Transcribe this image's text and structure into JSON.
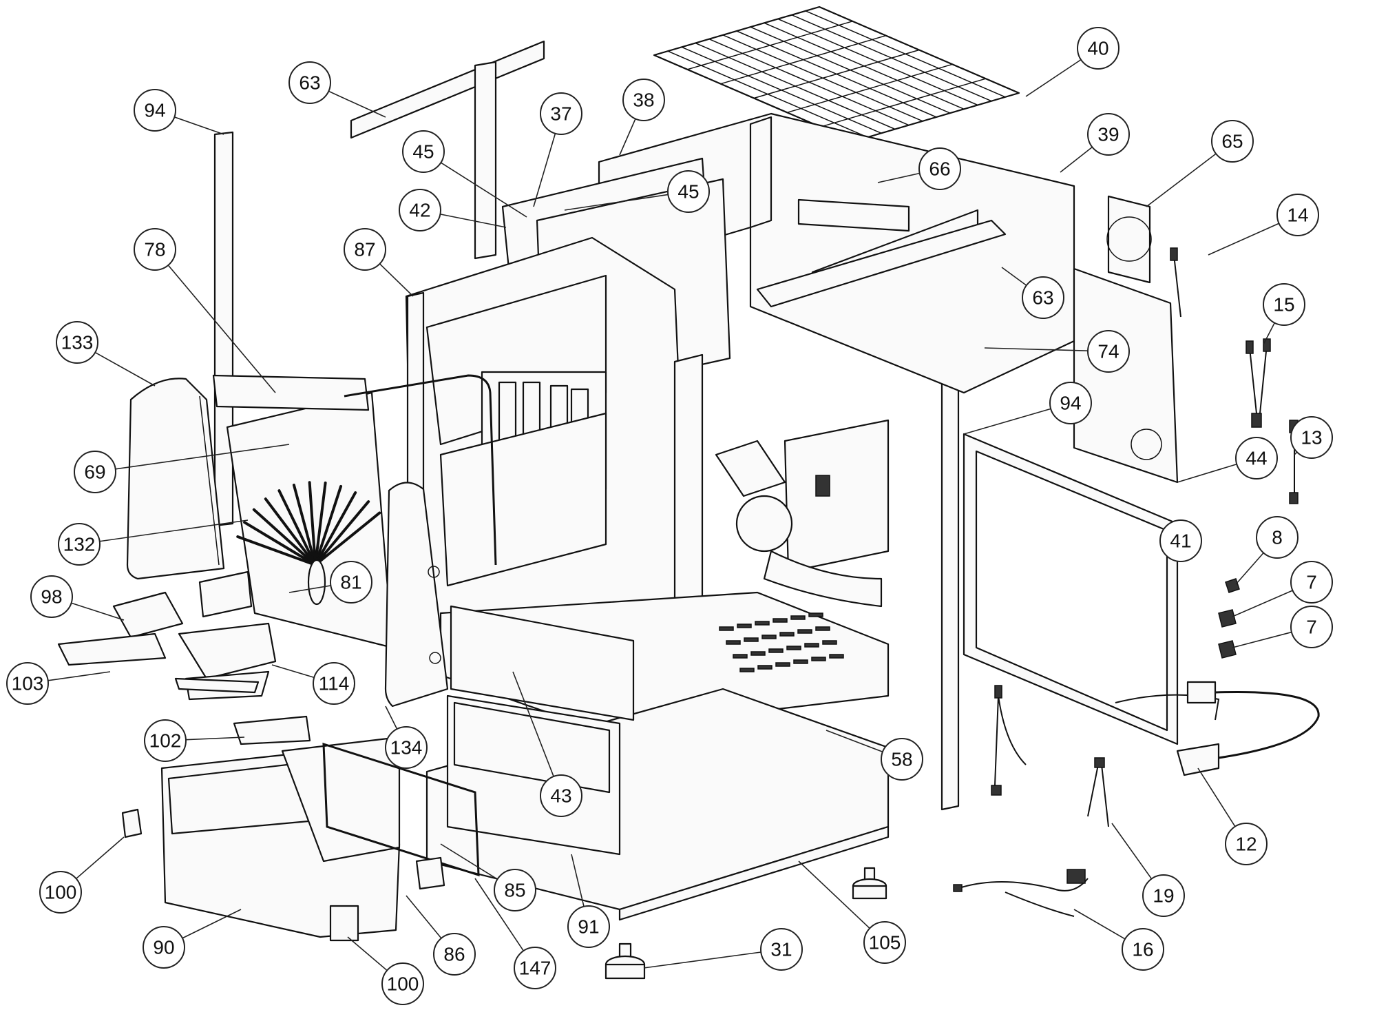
{
  "callouts": [
    {
      "id": "c63a",
      "label": "63"
    },
    {
      "id": "c94a",
      "label": "94"
    },
    {
      "id": "c37",
      "label": "37"
    },
    {
      "id": "c38",
      "label": "38"
    },
    {
      "id": "c45a",
      "label": "45"
    },
    {
      "id": "c45b",
      "label": "45"
    },
    {
      "id": "c42",
      "label": "42"
    },
    {
      "id": "c40",
      "label": "40"
    },
    {
      "id": "c39",
      "label": "39"
    },
    {
      "id": "c66",
      "label": "66"
    },
    {
      "id": "c65",
      "label": "65"
    },
    {
      "id": "c14",
      "label": "14"
    },
    {
      "id": "c78",
      "label": "78"
    },
    {
      "id": "c87",
      "label": "87"
    },
    {
      "id": "c63b",
      "label": "63"
    },
    {
      "id": "c15",
      "label": "15"
    },
    {
      "id": "c133",
      "label": "133"
    },
    {
      "id": "c74",
      "label": "74"
    },
    {
      "id": "c94b",
      "label": "94"
    },
    {
      "id": "c13",
      "label": "13"
    },
    {
      "id": "c69",
      "label": "69"
    },
    {
      "id": "c44",
      "label": "44"
    },
    {
      "id": "c132",
      "label": "132"
    },
    {
      "id": "c41",
      "label": "41"
    },
    {
      "id": "c8",
      "label": "8"
    },
    {
      "id": "c81",
      "label": "81"
    },
    {
      "id": "c98",
      "label": "98"
    },
    {
      "id": "c7a",
      "label": "7"
    },
    {
      "id": "c7b",
      "label": "7"
    },
    {
      "id": "c103",
      "label": "103"
    },
    {
      "id": "c114",
      "label": "114"
    },
    {
      "id": "c102",
      "label": "102"
    },
    {
      "id": "c134",
      "label": "134"
    },
    {
      "id": "c58",
      "label": "58"
    },
    {
      "id": "c43",
      "label": "43"
    },
    {
      "id": "c12",
      "label": "12"
    },
    {
      "id": "c100a",
      "label": "100"
    },
    {
      "id": "c85",
      "label": "85"
    },
    {
      "id": "c19",
      "label": "19"
    },
    {
      "id": "c91",
      "label": "91"
    },
    {
      "id": "c105",
      "label": "105"
    },
    {
      "id": "c16",
      "label": "16"
    },
    {
      "id": "c90",
      "label": "90"
    },
    {
      "id": "c86",
      "label": "86"
    },
    {
      "id": "c31",
      "label": "31"
    },
    {
      "id": "c147",
      "label": "147"
    },
    {
      "id": "c100b",
      "label": "100"
    }
  ]
}
